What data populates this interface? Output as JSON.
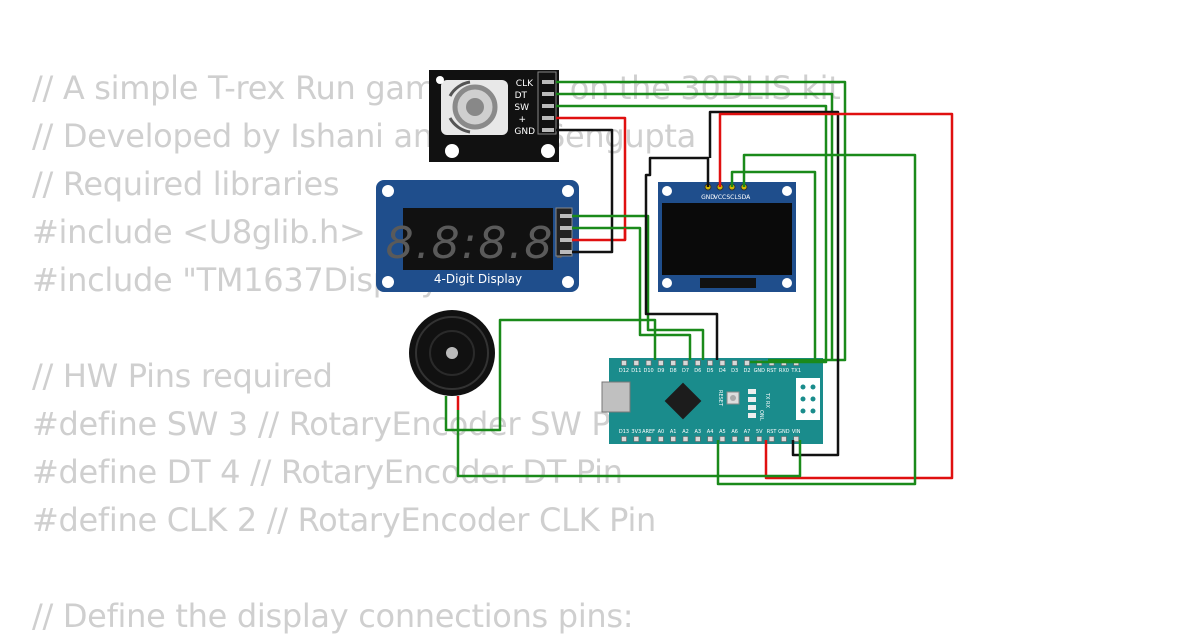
{
  "code_lines": [
    "// A simple T-rex Run game based on the 30DLIS kit",
    "// Developed by Ishani and Arijit Sengupta",
    "// Required libraries",
    "#include <U8glib.h>",
    "#include \"TM1637Display.h\"",
    "",
    "// HW Pins required",
    "#define SW 3 // RotaryEncoder SW Pin",
    "#define DT 4 // RotaryEncoder DT Pin",
    "#define CLK 2 // RotaryEncoder CLK Pin",
    "",
    "// Define the display connections pins:"
  ],
  "encoder": {
    "pins": [
      "CLK",
      "DT",
      "SW",
      "+",
      "GND"
    ]
  },
  "seven_segment": {
    "label": "4-Digit Display",
    "digits": "8.8:8.8."
  },
  "oled": {
    "pins": [
      "GND",
      "VCC",
      "SCL",
      "SDA"
    ]
  },
  "nano": {
    "top_pins": [
      "D12",
      "D11",
      "D10",
      "D9",
      "D8",
      "D7",
      "D6",
      "D5",
      "D4",
      "D3",
      "D2",
      "GND",
      "RST",
      "RX0",
      "TX1"
    ],
    "bottom_pins": [
      "D13",
      "3V3",
      "AREF",
      "A0",
      "A1",
      "A2",
      "A3",
      "A4",
      "A5",
      "A6",
      "A7",
      "5V",
      "RST",
      "GND",
      "VIN"
    ],
    "reset_label": "RESET",
    "led_labels": [
      "TX",
      "RX",
      "ON",
      "L"
    ]
  },
  "colors": {
    "wire_green": "#1a8a1a",
    "wire_red": "#e01010",
    "wire_black": "#111111",
    "pcb_blue": "#1f4e8c",
    "nano_teal": "#1a8c8c",
    "code_gray": "#cfcfcf"
  }
}
